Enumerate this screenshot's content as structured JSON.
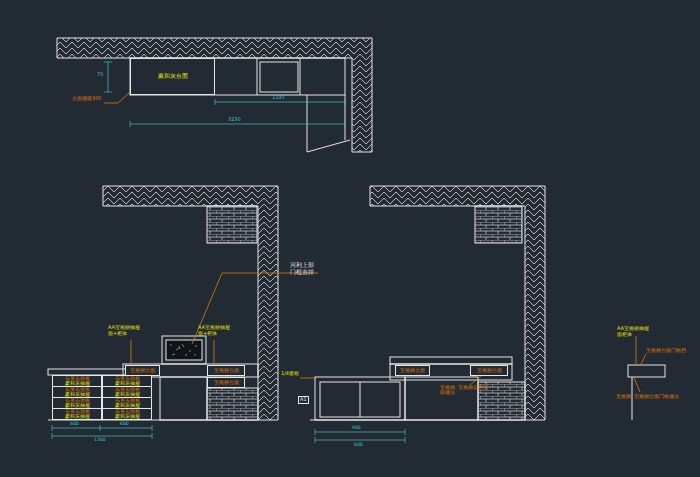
{
  "diagram": {
    "nodes": [
      {
        "text": [
          "豪和灰台面"
        ]
      },
      {
        "text": [
          "石英石面板",
          "豪和灰抽屉"
        ]
      },
      {
        "text": [
          "石英石面板",
          "豪和灰抽屉"
        ]
      },
      {
        "text": [
          "石英石面板",
          "豪和灰抽屉"
        ]
      },
      {
        "text": [
          "石英石面板",
          "豪和灰抽屉"
        ]
      },
      {
        "text": [
          "石英石面板",
          "豪和灰抽屉"
        ]
      },
      {
        "text": [
          "石英石面板",
          "豪和灰抽屉"
        ]
      },
      {
        "text": [
          "石英石面板",
          "豪和灰抽屉"
        ]
      },
      {
        "text": [
          "石英石面板",
          "豪和灰抽屉"
        ]
      },
      {
        "text": [
          "宝格丽台面"
        ]
      },
      {
        "text": [
          "宝格丽台面"
        ]
      },
      {
        "text": [
          "宝格丽台面"
        ]
      },
      {
        "text": [
          "宝格丽台面"
        ]
      },
      {
        "text": [
          "宝格丽台面"
        ]
      }
    ],
    "labels": [
      "台面侧面300",
      "70",
      "1195",
      "3230",
      "AA宝格丽抽屉 面+柜体",
      "AA宝格丽抽屉 面+柜体",
      "河利上部 门框去掉",
      "1/4窗框",
      "A1",
      "600",
      "600",
      "1200",
      "900",
      "600",
      "宝格丽, 宝格丽石材门 一段做法",
      "AA宝格丽抽屉 面柜体",
      "宝格丽台面门框挡",
      "宝格丽, 宝格丽台面门框做法"
    ]
  }
}
